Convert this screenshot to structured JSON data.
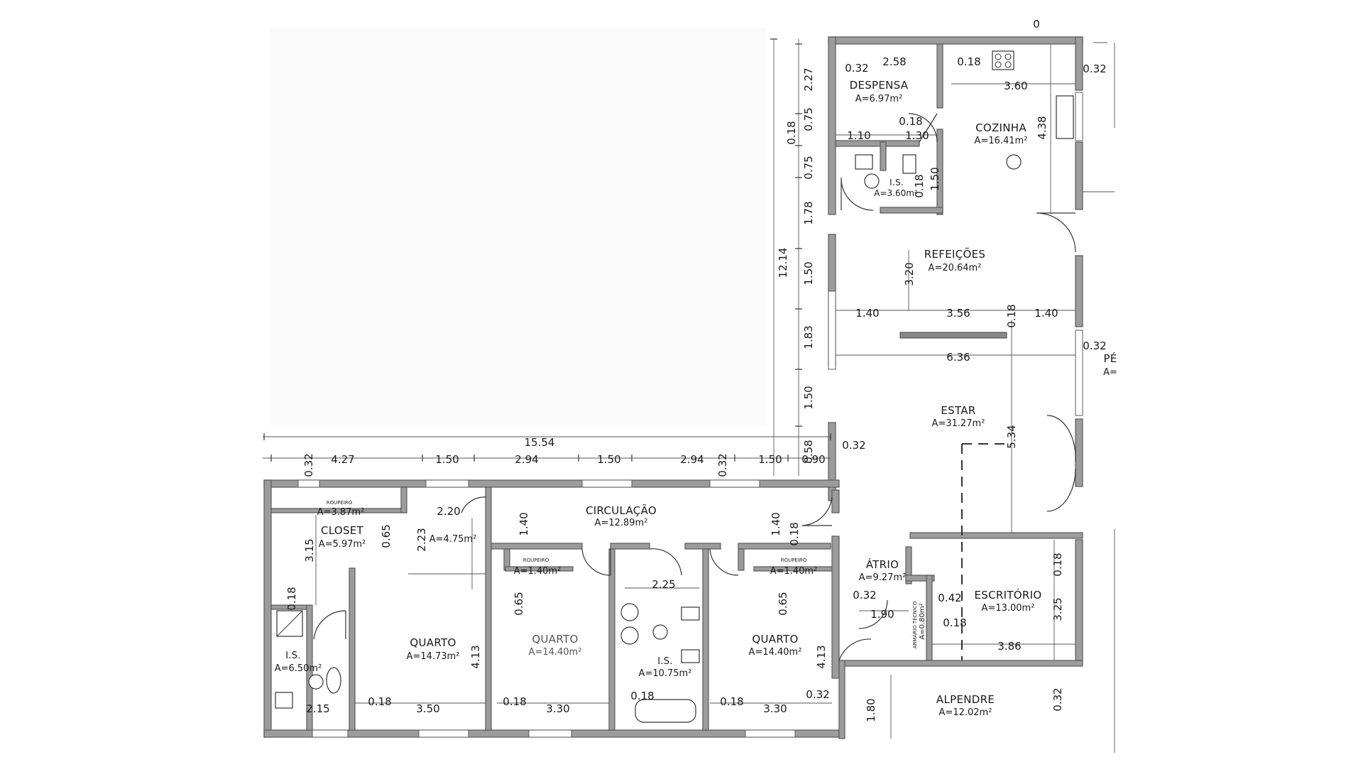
{
  "rooms": {
    "despensa": {
      "name": "DESPENSA",
      "area": "A=6.97m²"
    },
    "cozinha": {
      "name": "COZINHA",
      "area": "A=16.41m²"
    },
    "is_top": {
      "name": "I.S.",
      "area": "A=3.60m²"
    },
    "refeicoes": {
      "name": "REFEIÇÕES",
      "area": "A=20.64m²"
    },
    "estar": {
      "name": "ESTAR",
      "area": "A=31.27m²"
    },
    "circulacao": {
      "name": "CIRCULAÇÃO",
      "area": "A=12.89m²"
    },
    "roupeiro1": {
      "name": "ROUPEIRO",
      "area": "A=3.87m²"
    },
    "closet": {
      "name": "CLOSET",
      "area": "A=5.97m²"
    },
    "hall_small": {
      "area": "A=4.75m²"
    },
    "quarto1": {
      "name": "QUARTO",
      "area": "A=14.73m²"
    },
    "is_left": {
      "name": "I.S.",
      "area": "A=6.50m²"
    },
    "roupeiro2": {
      "name": "ROUPEIRO",
      "area": "A=1.40m²"
    },
    "quarto2": {
      "name": "QUARTO",
      "area": "A=14.40m²"
    },
    "is_mid": {
      "name": "I.S.",
      "area": "A=10.75m²"
    },
    "roupeiro3": {
      "name": "ROUPEIRO",
      "area": "A=1.40m²"
    },
    "quarto3": {
      "name": "QUARTO",
      "area": "A=14.40m²"
    },
    "atrio": {
      "name": "ÁTRIO",
      "area": "A=9.27m²"
    },
    "armario": {
      "name": "ARMÁRIO TÉCNICO",
      "area": "A=0.80m²"
    },
    "escritorio": {
      "name": "ESCRITÓRIO",
      "area": "A=13.00m²"
    },
    "alpendre": {
      "name": "ALPENDRE",
      "area": "A=12.02m²"
    },
    "partial": {
      "name": "PÉ",
      "area": "A="
    }
  },
  "dims": {
    "d_258": "2.58",
    "d_032a": "0.32",
    "d_018a": "0.18",
    "d_360": "3.60",
    "d_018b": "0.18",
    "d_110": "1.10",
    "d_130": "1.30",
    "d_438": "4.38",
    "d_018c": "0.18",
    "d_150a": "1.50",
    "d_032b": "0.32",
    "d_320": "3.20",
    "d_140a": "1.40",
    "d_356": "3.56",
    "d_018d": "0.18",
    "d_140b": "1.40",
    "d_636": "6.36",
    "d_032c": "0.32",
    "d_534": "5.34",
    "d_032d": "0.32",
    "v_227": "2.27",
    "v_075a": "0.75",
    "v_018": "0.18",
    "v_075b": "0.75",
    "v_178": "1.78",
    "v_150a": "1.50",
    "v_183": "1.83",
    "v_150b": "1.50",
    "v_058": "0.58",
    "v_1214": "12.14",
    "h_1554": "15.54",
    "h_427": "4.27",
    "h_150a": "1.50",
    "h_294a": "2.94",
    "h_150b": "1.50",
    "h_294b": "2.94",
    "h_150c": "1.50",
    "h_090": "0.90",
    "v_032a": "0.32",
    "v_032b": "0.32",
    "d_220": "2.20",
    "d_065a": "0.65",
    "d_223": "2.23",
    "d_315": "3.15",
    "d_018e": "0.18",
    "d_140c": "1.40",
    "d_140d": "1.40",
    "d_018f": "0.18",
    "d_065b": "0.65",
    "d_225": "2.25",
    "d_065c": "0.65",
    "d_413a": "4.13",
    "d_413b": "4.13",
    "d_215": "2.15",
    "d_018g": "0.18",
    "d_350": "3.50",
    "d_018h": "0.18",
    "d_330a": "3.30",
    "d_018i": "0.18",
    "d_018j": "0.18",
    "d_330b": "3.30",
    "d_032e": "0.32",
    "d_032f": "0.32",
    "d_190": "1.90",
    "d_042": "0.42",
    "d_018k": "0.18",
    "d_325": "3.25",
    "d_386": "3.86",
    "d_018l": "0.18",
    "d_032g": "0.32",
    "d_180": "1.80",
    "d_0": "0"
  }
}
